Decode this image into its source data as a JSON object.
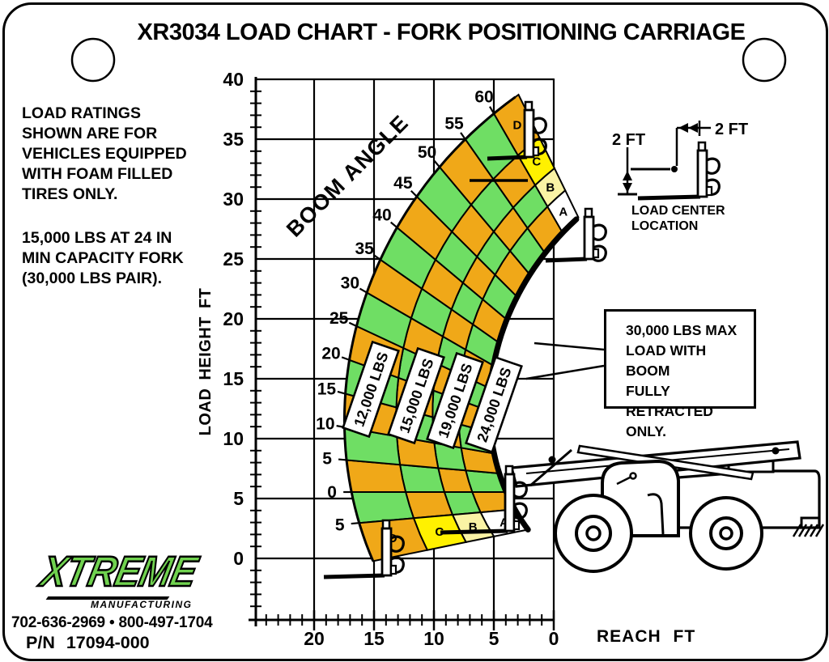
{
  "plate": {
    "title": "XR3034 LOAD CHART - FORK POSITIONING CARRIAGE"
  },
  "notes": {
    "tires": "LOAD RATINGS\nSHOWN ARE FOR\nVEHICLES EQUIPPED\nWITH FOAM FILLED\nTIRES ONLY.",
    "min_fork": "15,000 LBS AT 24 IN\nMIN CAPACITY FORK\n(30,000 LBS PAIR).",
    "max_load": "30,000 LBS MAX\nLOAD WITH BOOM\nFULLY RETRACTED\nONLY."
  },
  "load_center": {
    "vertical_dim": "2 FT",
    "horizontal_dim": "2 FT",
    "caption": "LOAD CENTER\nLOCATION"
  },
  "footer": {
    "brand": "XTREME",
    "brand_sub": "MANUFACTURING",
    "phones": "702-636-2969 • 800-497-1704",
    "part_number": "P/N 17094-000"
  },
  "chart_data": {
    "type": "area",
    "description": "Telehandler capacity fan chart: load zones by boom angle and extension, plotted as load height vs reach",
    "x_axis": {
      "label": "REACH FT",
      "ticks": [
        20,
        15,
        10,
        5,
        0
      ],
      "range_ft": [
        25,
        0
      ],
      "direction": "reversed"
    },
    "y_axis": {
      "label": "LOAD HEIGHT FT",
      "ticks": [
        40,
        35,
        30,
        25,
        20,
        15,
        10,
        5,
        0
      ],
      "range_ft": [
        -5,
        40
      ]
    },
    "boom_angle": {
      "label": "BOOM ANGLE",
      "lines_deg": [
        -5,
        0,
        5,
        10,
        15,
        20,
        25,
        30,
        35,
        40,
        45,
        50,
        55,
        60
      ],
      "tick_labels": [
        "5",
        "0",
        "5",
        "10",
        "15",
        "20",
        "25",
        "30",
        "35",
        "40",
        "45",
        "50",
        "55",
        "60"
      ]
    },
    "zones": [
      {
        "letter": "A",
        "capacity_lbs": 24000,
        "capacity_label": "24,000 LBS",
        "strip_color": "#FFFFFF"
      },
      {
        "letter": "B",
        "capacity_lbs": 19000,
        "capacity_label": "19,000 LBS",
        "strip_color": "#FAF3A5"
      },
      {
        "letter": "C",
        "capacity_lbs": 15000,
        "capacity_label": "15,000 LBS",
        "strip_color": "#FFF100"
      },
      {
        "letter": "D",
        "capacity_lbs": 12000,
        "capacity_label": "12,000 LBS",
        "strip_color": "#F0A818"
      }
    ],
    "max_capacity_lbs": 30000,
    "checker_colors": {
      "green": "#6FDE64",
      "orange": "#F0A818"
    },
    "grid": true,
    "legend_position": "none"
  }
}
